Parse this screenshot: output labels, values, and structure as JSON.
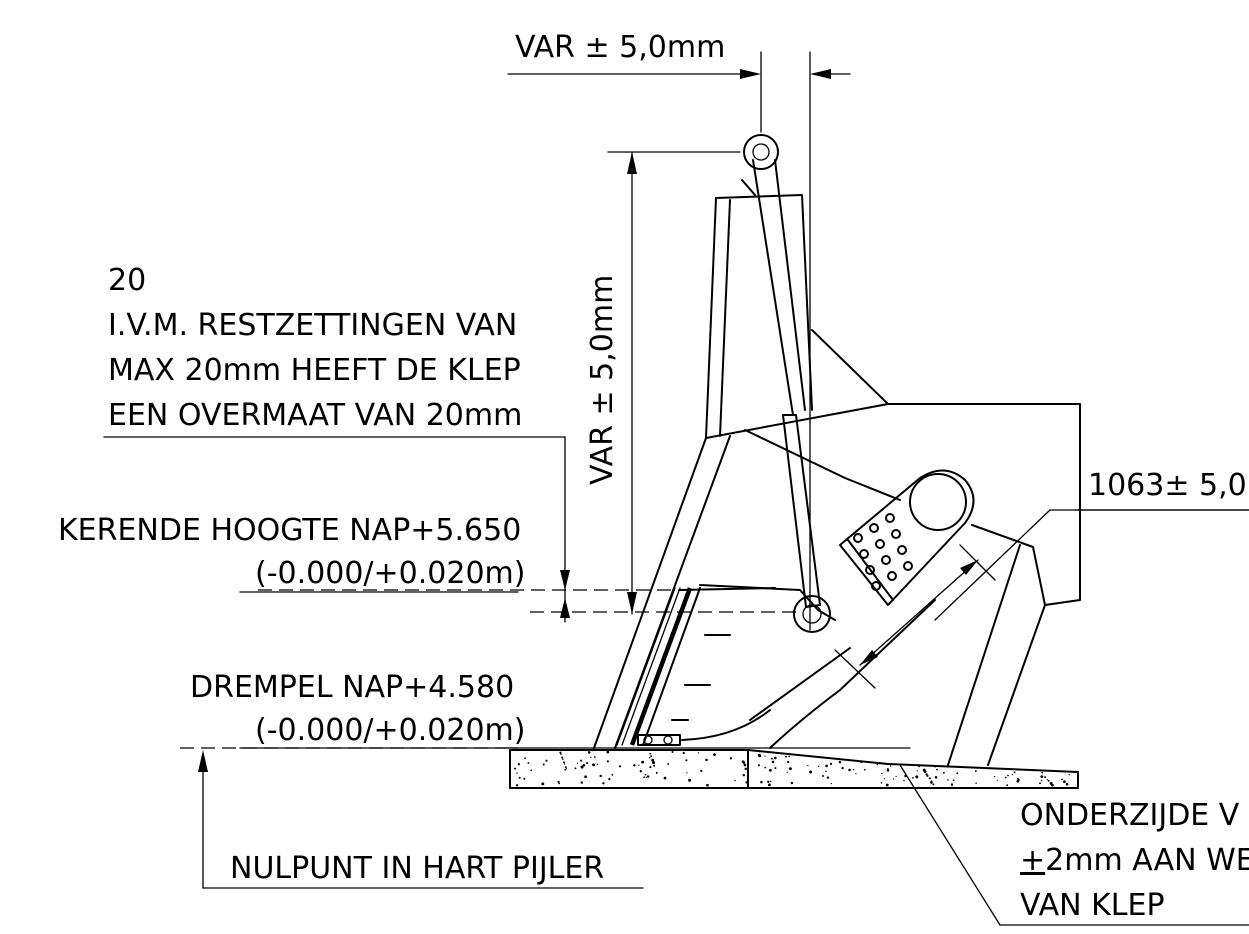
{
  "labels": {
    "var_horizontal": "VAR ± 5,0mm",
    "var_vertical": "VAR ± 5,0mm",
    "note_20": "20",
    "note_line1": "I.V.M. RESTZETTINGEN VAN",
    "note_line2": "MAX 20mm HEEFT DE KLEP",
    "note_line3": "EEN OVERMAAT VAN 20mm",
    "kerende_line1": "KERENDE HOOGTE NAP+5.650",
    "kerende_line2": "(-0.000/+0.020m)",
    "drempel_line1": "DREMPEL NAP+4.580",
    "drempel_line2": "(-0.000/+0.020m)",
    "nulpunt": "NULPUNT IN HART PIJLER",
    "dim_1063": "1063± 5,0",
    "onder_line1": "ONDERZIJDE V",
    "onder_line2_prefix": "+",
    "onder_line2_rest": "2mm AAN WE",
    "onder_line3": "VAN KLEP"
  }
}
